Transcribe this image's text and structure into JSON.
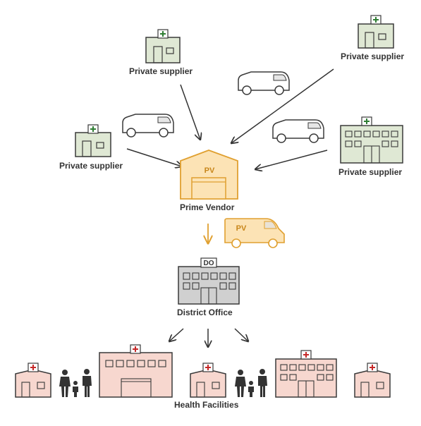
{
  "labels": {
    "supplier_top_center": "Private supplier",
    "supplier_top_right": "Private supplier",
    "supplier_left": "Private supplier",
    "supplier_right": "Private supplier",
    "prime_vendor": "Prime Vendor",
    "district_office": "District Office",
    "health_facilities": "Health Facilities"
  },
  "badges": {
    "warehouse": "PV",
    "van": "PV",
    "district": "DO"
  },
  "colors": {
    "supplier_fill": "#dfe8d4",
    "supplier_cross": "#2e7d32",
    "vendor_fill": "#fce3b5",
    "vendor_stroke": "#e0a030",
    "vendor_text": "#c8861a",
    "district_fill": "#d0d0d0",
    "facility_fill": "#f7d7cf",
    "facility_cross": "#c62828",
    "outline": "#3a3a3a",
    "arrow": "#333333"
  }
}
